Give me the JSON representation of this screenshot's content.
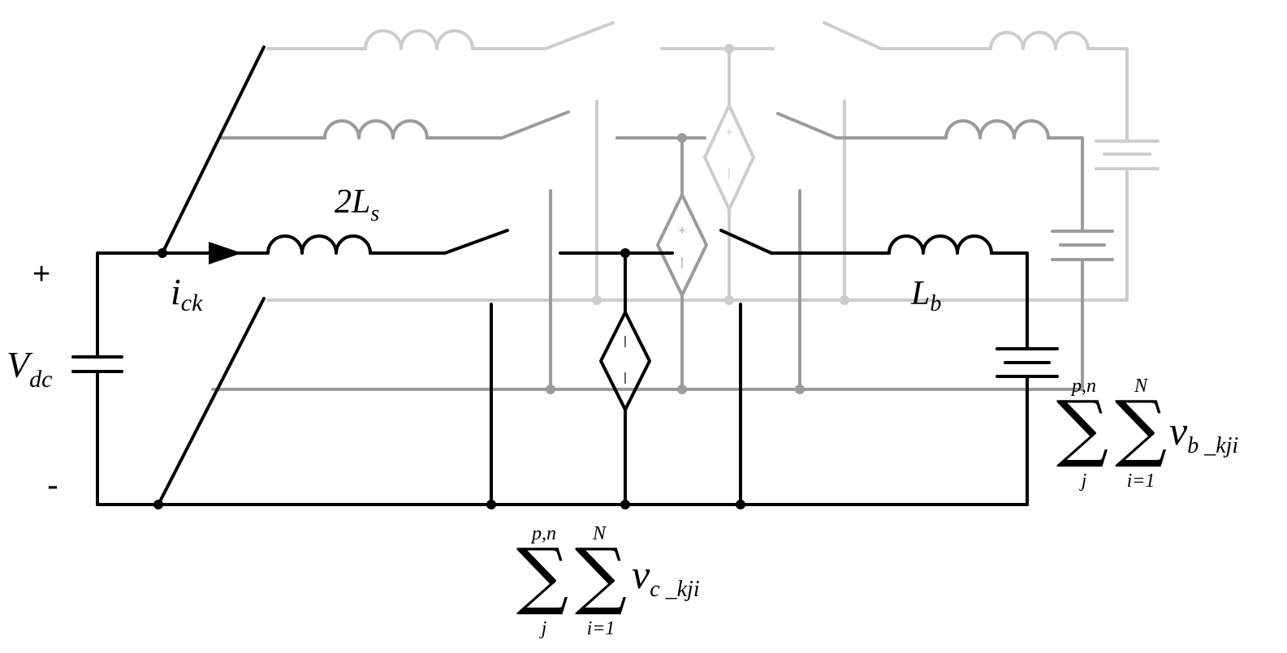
{
  "labels": {
    "plus": "+",
    "minus": "-",
    "vdc_main": "V",
    "vdc_sub": "dc",
    "ick_main": "i",
    "ick_sub": "ck",
    "ls_main": "2L",
    "ls_sub": "s",
    "lb_main": "L",
    "lb_sub": "b"
  },
  "sum_bottom": {
    "sigma": "∑",
    "outer_upper": "p,n",
    "outer_lower": "j",
    "inner_upper": "N",
    "inner_lower": "i=1",
    "var_main": "v",
    "var_sub": "c _kji"
  },
  "sum_right": {
    "sigma": "∑",
    "outer_upper": "p,n",
    "outer_lower": "j",
    "inner_upper": "N",
    "inner_lower": "i=1",
    "var_main": "v",
    "var_sub": "b _kji"
  },
  "source_signs": {
    "plus": "+",
    "minus": "|"
  },
  "colors": {
    "foreground": "#000000",
    "layer_mid": "#9b9b9b",
    "layer_back": "#cdcdcd"
  }
}
